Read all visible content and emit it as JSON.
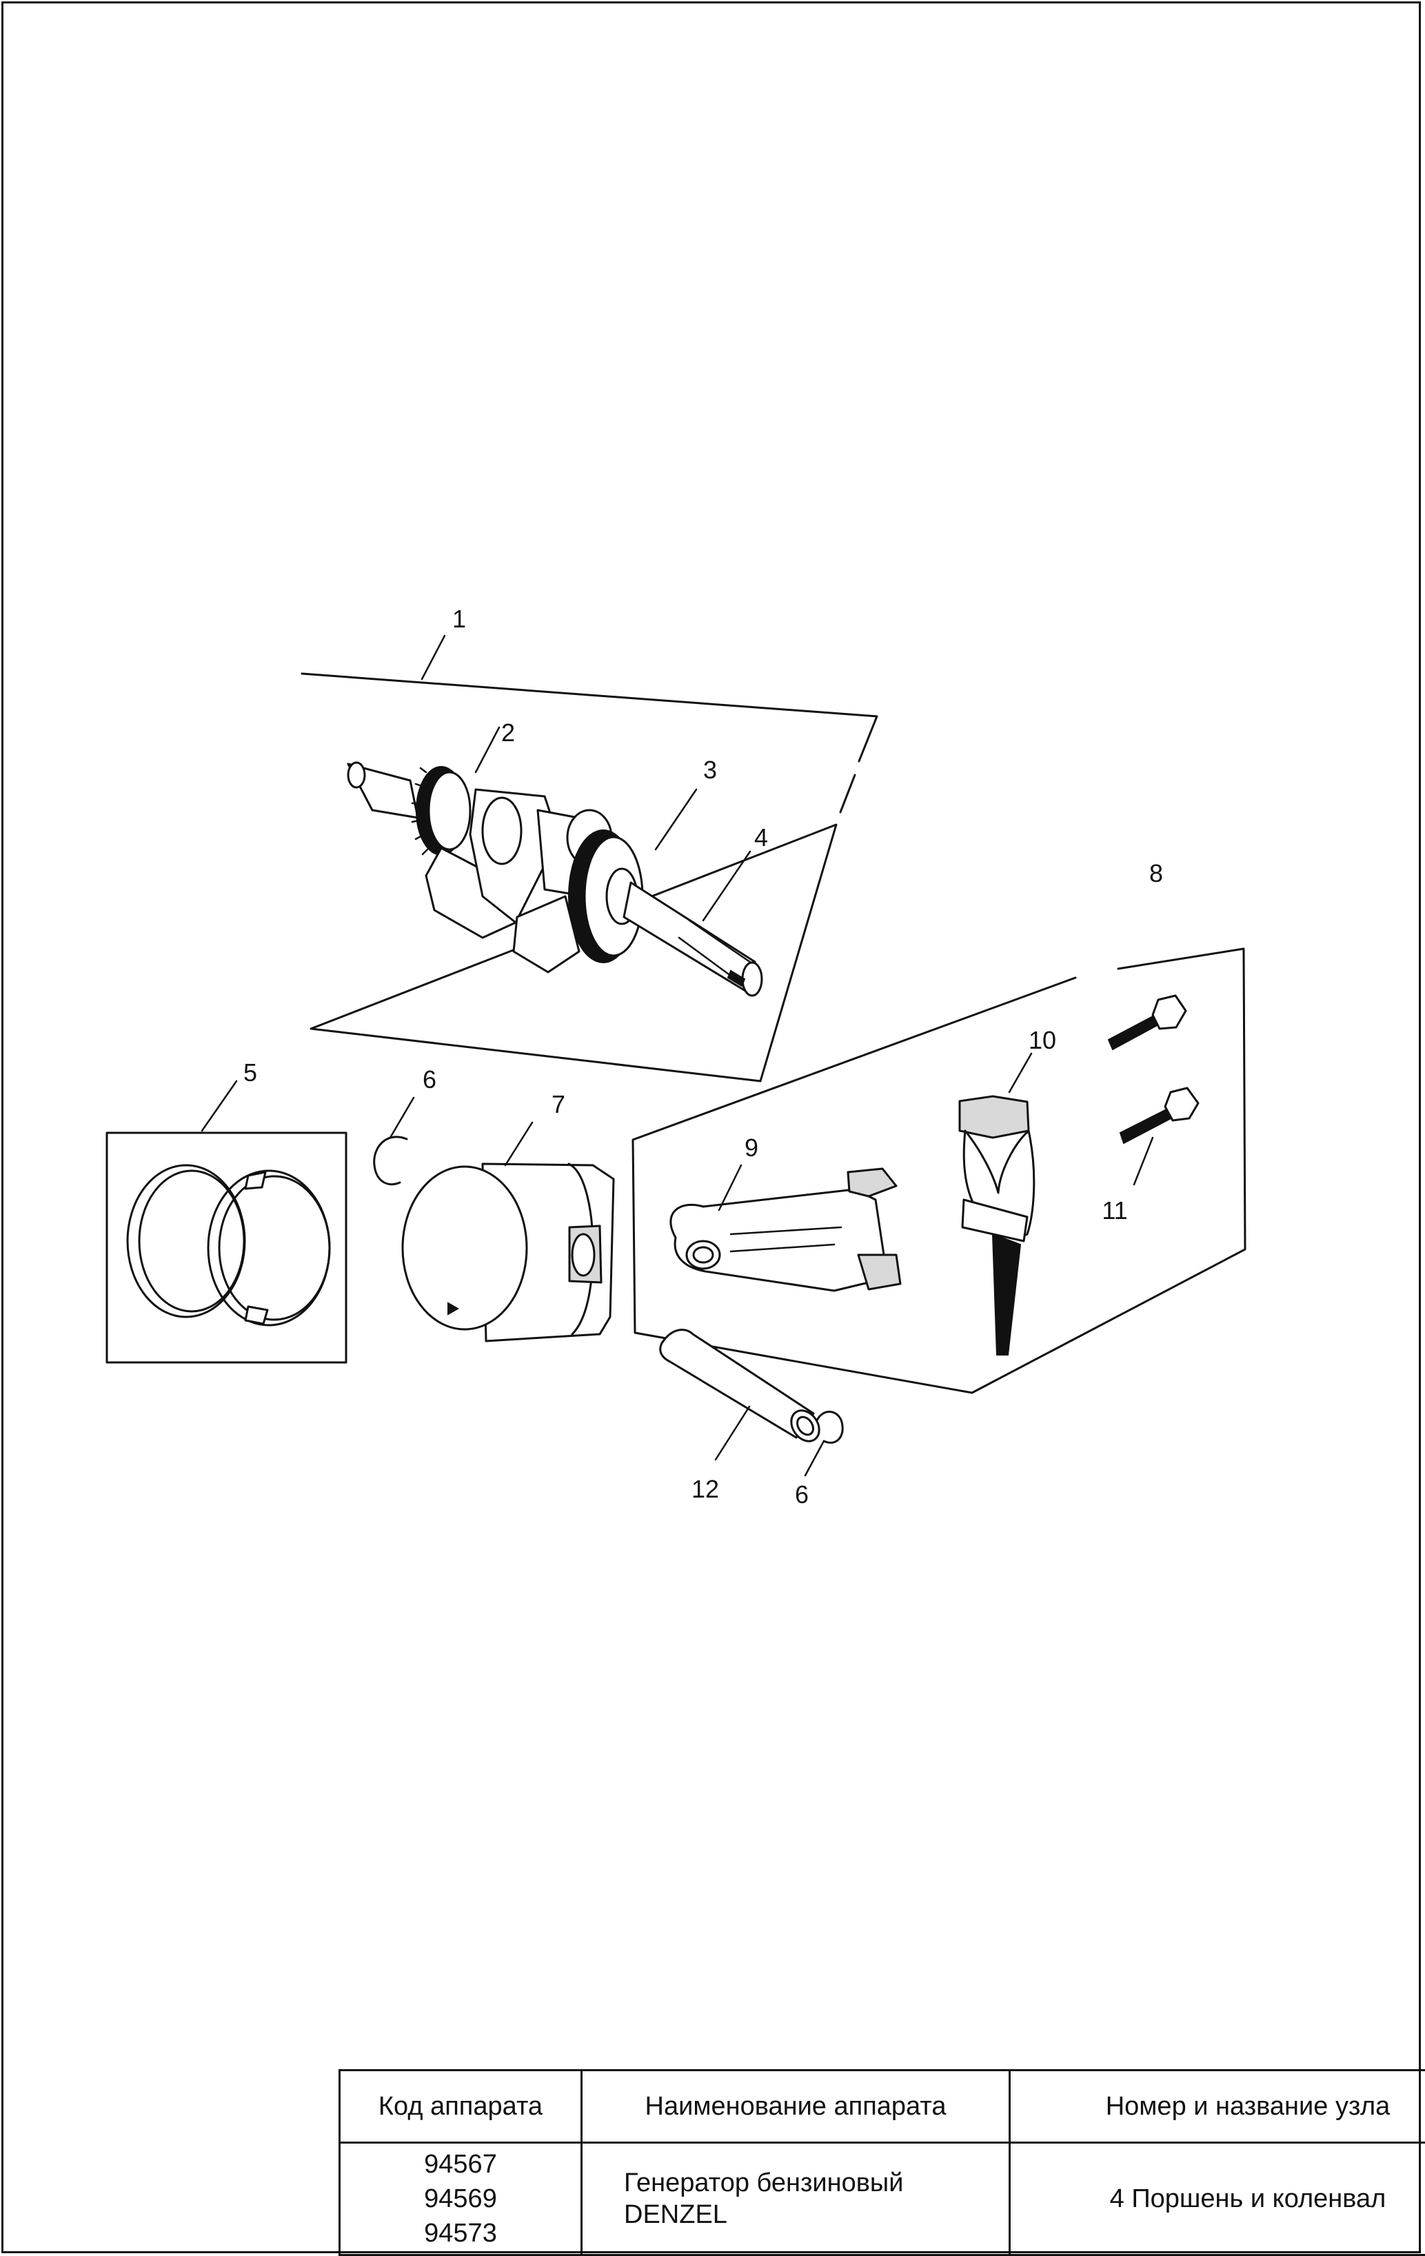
{
  "callouts": [
    {
      "id": "callout-1",
      "label": "1"
    },
    {
      "id": "callout-2",
      "label": "2"
    },
    {
      "id": "callout-3",
      "label": "3"
    },
    {
      "id": "callout-4",
      "label": "4"
    },
    {
      "id": "callout-5",
      "label": "5"
    },
    {
      "id": "callout-6a",
      "label": "6"
    },
    {
      "id": "callout-7",
      "label": "7"
    },
    {
      "id": "callout-8",
      "label": "8"
    },
    {
      "id": "callout-9",
      "label": "9"
    },
    {
      "id": "callout-10",
      "label": "10"
    },
    {
      "id": "callout-11",
      "label": "11"
    },
    {
      "id": "callout-12",
      "label": "12"
    },
    {
      "id": "callout-6b",
      "label": "6"
    }
  ],
  "title_block": {
    "headers": {
      "code": "Код аппарата",
      "name": "Наименование аппарата",
      "unit": "Номер и название узла"
    },
    "codes": [
      "94567",
      "94569",
      "94573"
    ],
    "device_name_line1": "Генератор бензиновый",
    "device_name_line2": "DENZEL",
    "unit_name": "4 Поршень и коленвал"
  }
}
